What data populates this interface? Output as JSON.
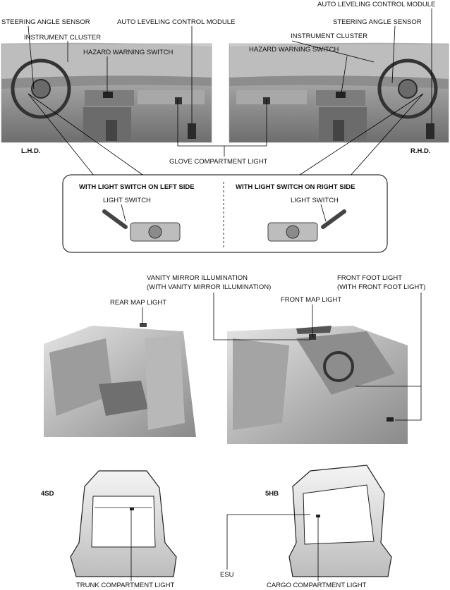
{
  "labels": {
    "steering_angle_sensor_lhd": "STEERING ANGLE SENSOR",
    "instrument_cluster_lhd": "INSTRUMENT CLUSTER",
    "auto_leveling_lhd": "AUTO LEVELING CONTROL MODULE",
    "hazard_lhd": "HAZARD WARNING SWITCH",
    "auto_leveling_rhd": "AUTO LEVELING CONTROL MODULE",
    "steering_angle_sensor_rhd": "STEERING ANGLE SENSOR",
    "instrument_cluster_rhd": "INSTRUMENT CLUSTER",
    "hazard_rhd": "HAZARD WARNING SWITCH",
    "lhd": "L.H.D.",
    "rhd": "R.H.D.",
    "glove_compartment_light": "GLOVE COMPARTMENT LIGHT",
    "with_switch_left": "WITH LIGHT SWITCH ON LEFT SIDE",
    "with_switch_right": "WITH LIGHT SWITCH ON RIGHT SIDE",
    "light_switch_left": "LIGHT SWITCH",
    "light_switch_right": "LIGHT SWITCH",
    "vanity_mirror_1": "VANITY MIRROR ILLUMINATION",
    "vanity_mirror_2": "(WITH VANITY MIRROR ILLUMINATION)",
    "front_foot_1": "FRONT FOOT LIGHT",
    "front_foot_2": "(WITH FRONT FOOT LIGHT)",
    "rear_map_light": "REAR MAP LIGHT",
    "front_map_light": "FRONT MAP LIGHT",
    "sd4": "4SD",
    "hb5": "5HB",
    "esu": "ESU",
    "trunk_light": "TRUNK COMPARTMENT LIGHT",
    "cargo_light": "CARGO COMPARTMENT LIGHT"
  }
}
